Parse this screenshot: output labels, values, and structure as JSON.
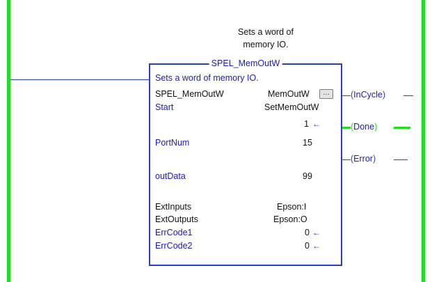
{
  "rung_comment_line1": "Sets a word of",
  "rung_comment_line2": "memory IO.",
  "block": {
    "instruction": "SPEL_MemOutW",
    "description": "Sets a word of memory IO.",
    "instance_label": "SPEL_MemOutW",
    "instance_value": "MemOutW",
    "start_label": "Start",
    "start_value": "SetMemOutW",
    "start_state": "1",
    "portnum_label": "PortNum",
    "portnum_value": "15",
    "outdata_label": "outData",
    "outdata_value": "99",
    "extinputs_label": "ExtInputs",
    "extinputs_value": "Epson:I",
    "extoutputs_label": "ExtOutputs",
    "extoutputs_value": "Epson:O",
    "errcode1_label": "ErrCode1",
    "errcode1_value": "0",
    "errcode2_label": "ErrCode2",
    "errcode2_value": "0"
  },
  "outputs": {
    "incycle": "InCycle",
    "done": "Done",
    "error": "Error"
  },
  "icons": {
    "arrow": "left-arrow-icon",
    "ellipsis": "ellipsis-button-icon"
  },
  "colors": {
    "power_rail": "#22dd22",
    "wire": "#2b3fc6",
    "text_blue": "#1a1ab5"
  }
}
